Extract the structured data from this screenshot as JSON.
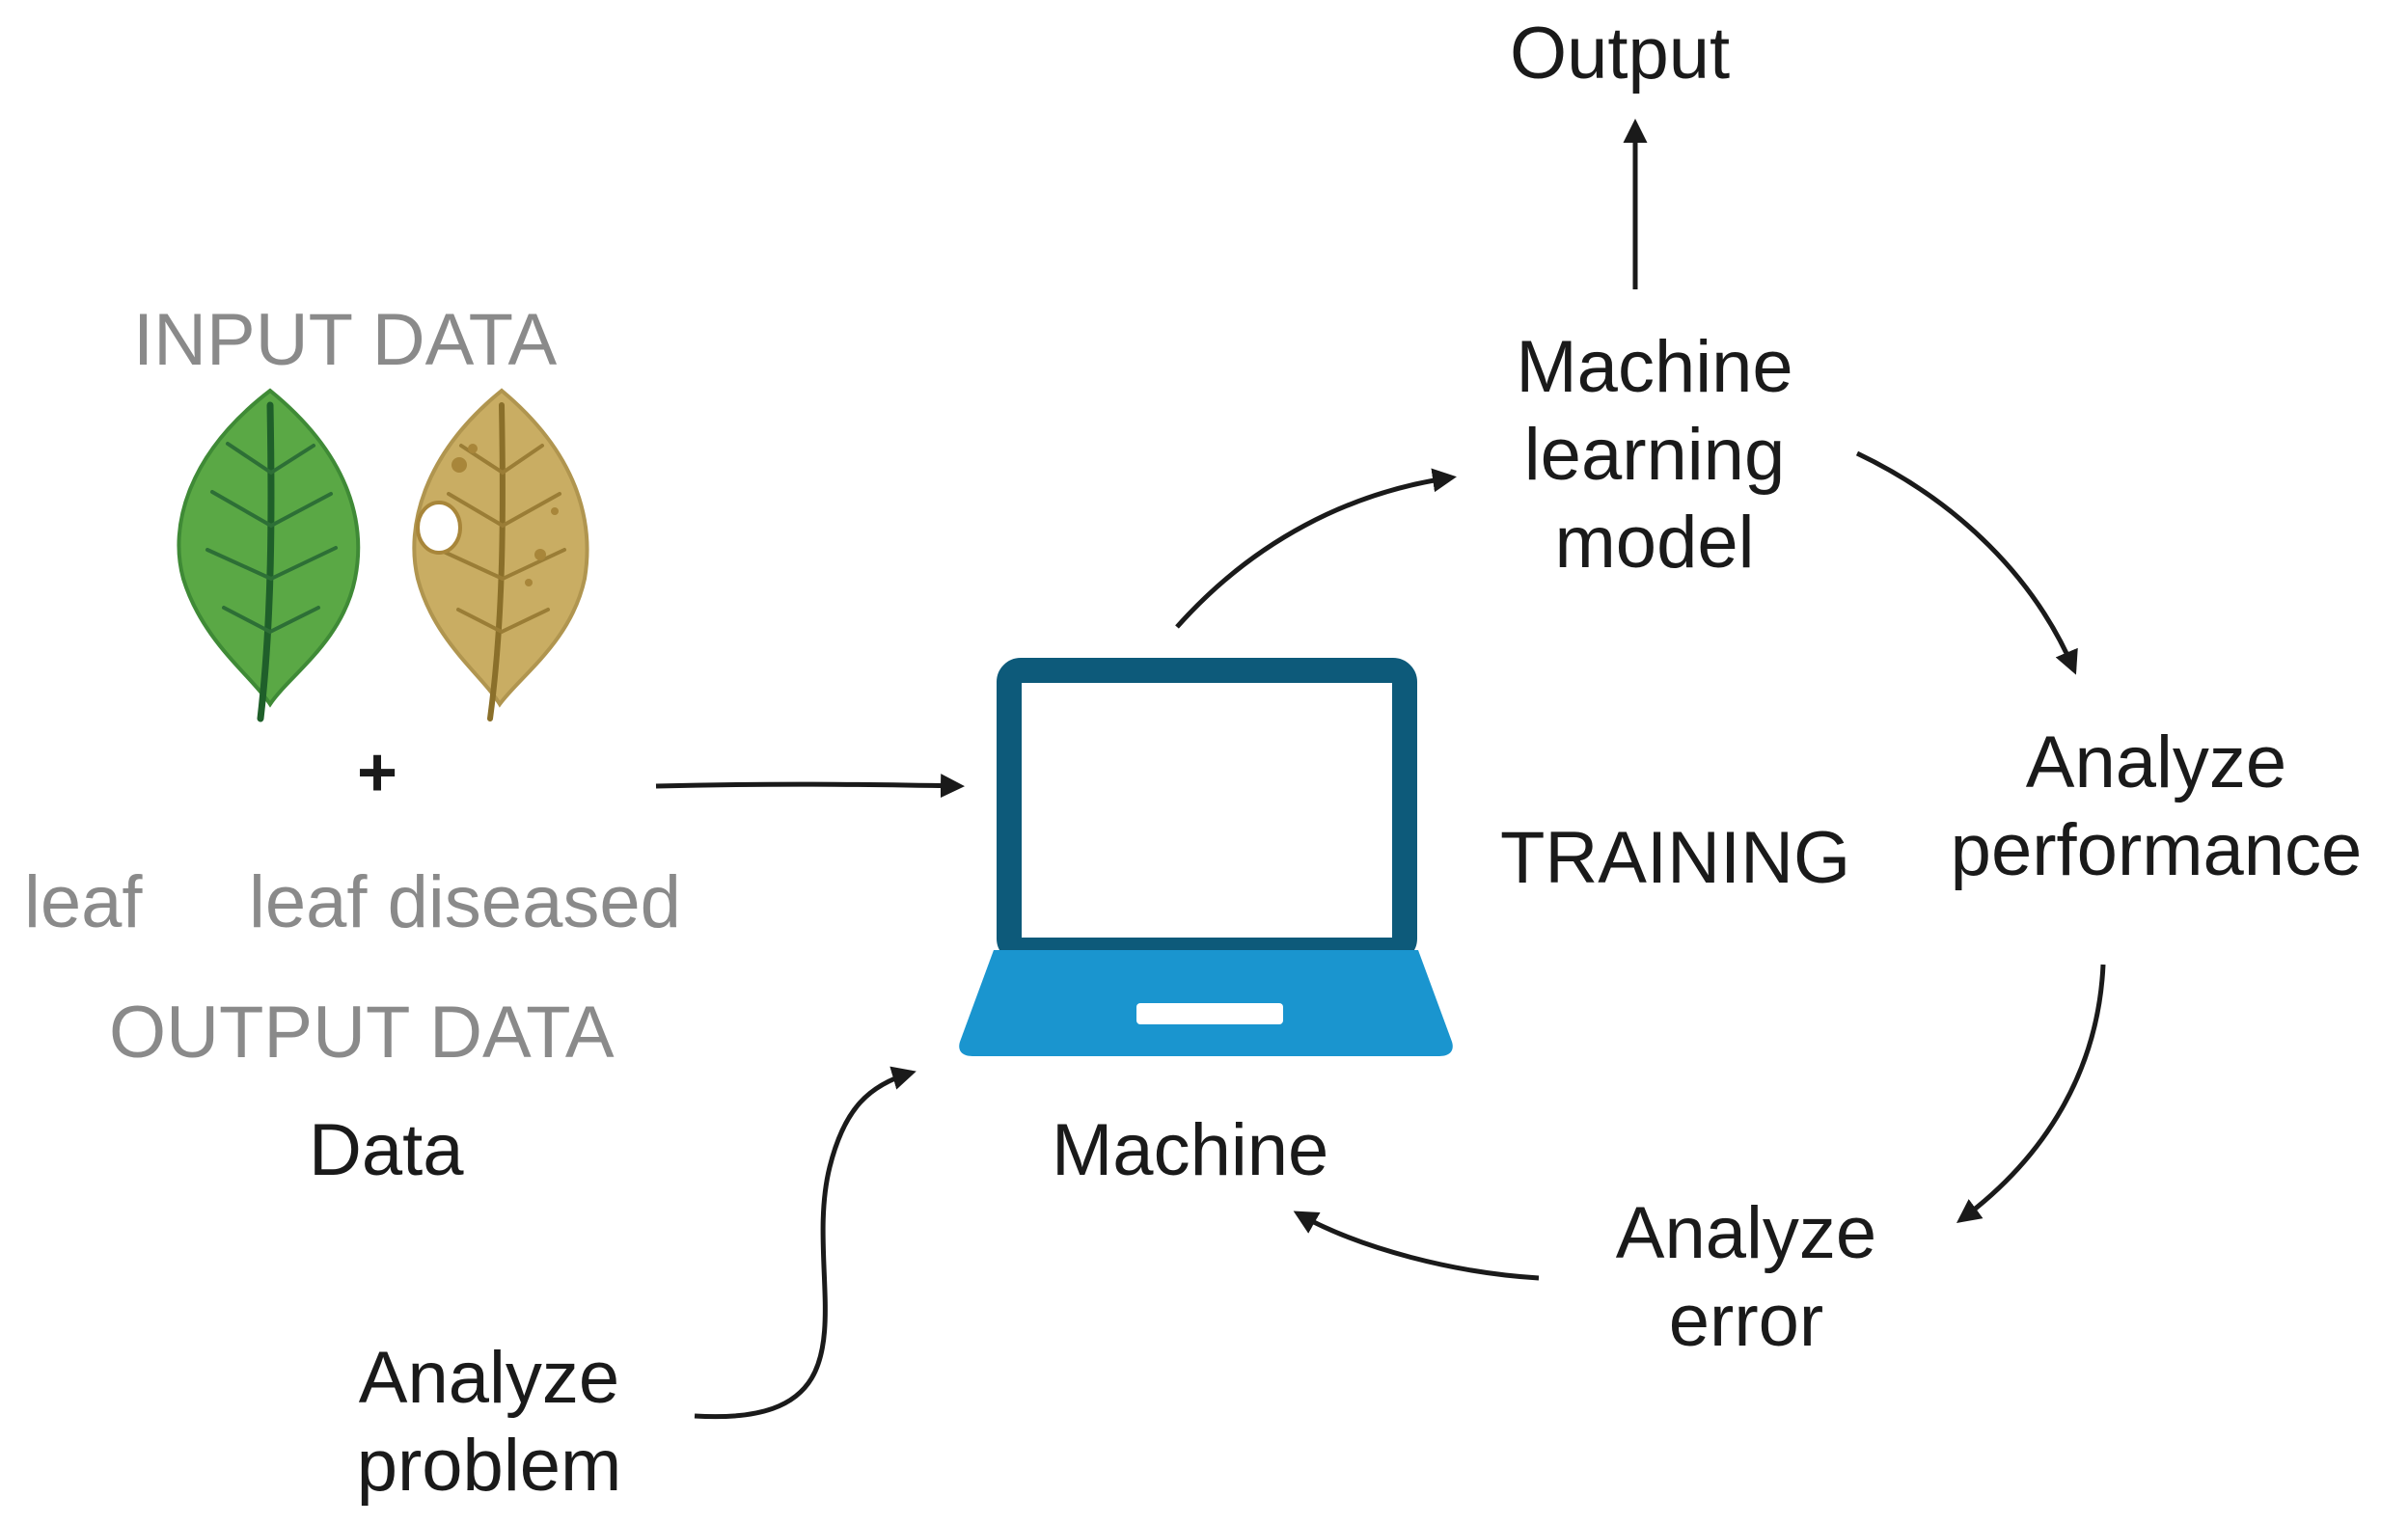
{
  "diagram": {
    "input_title": "INPUT DATA",
    "plus": "+",
    "label_leaf": "leaf",
    "label_leaf_diseased": "leaf diseased",
    "output_data_title": "OUTPUT DATA",
    "data_label": "Data",
    "machine_label": "Machine",
    "training_label": "TRAINING",
    "ml_model_line1": "Machine",
    "ml_model_line2": "learning",
    "ml_model_line3": "model",
    "output_label": "Output",
    "analyze_performance_line1": "Analyze",
    "analyze_performance_line2": "performance",
    "analyze_error_line1": "Analyze",
    "analyze_error_line2": "error",
    "analyze_problem_line1": "Analyze",
    "analyze_problem_line2": "problem"
  },
  "colors": {
    "text_dark": "#1a1a1a",
    "text_grey": "#8a8a8a",
    "leaf_healthy": "#5aa845",
    "leaf_healthy_vein": "#1f5f2a",
    "leaf_diseased": "#c9ad63",
    "leaf_diseased_vein": "#8a6f2a",
    "laptop_frame": "#0d5a7a",
    "laptop_base": "#1a95cf",
    "arrow": "#1a1a1a"
  },
  "icons": [
    "healthy-leaf-icon",
    "diseased-leaf-icon",
    "laptop-icon"
  ]
}
